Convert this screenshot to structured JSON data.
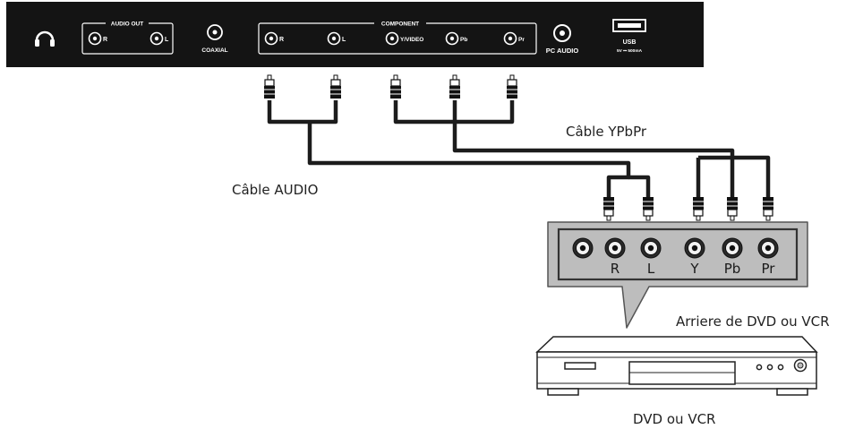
{
  "tv_panel": {
    "audio_out_group": "AUDIO OUT",
    "audio_out_r": "R",
    "audio_out_l": "L",
    "coaxial": "COAXIAL",
    "component_group": "COMPONENT",
    "comp_r": "R",
    "comp_l": "L",
    "comp_yvideo": "Y/VIDEO",
    "comp_pb": "Pb",
    "comp_pr": "Pr",
    "pc_audio": "PC AUDIO",
    "usb": "USB",
    "usb_sub": "5V ⎓ 500mA"
  },
  "cables": {
    "audio_cable": "Câble AUDIO",
    "ypbpr_cable": "Câble YPbPr"
  },
  "device_panel": {
    "jacks": [
      "R",
      "L",
      "Y",
      "Pb",
      "Pr"
    ],
    "caption": "Arriere de DVD ou VCR"
  },
  "device": {
    "caption": "DVD ou VCR"
  },
  "colors": {
    "panel_bg": "#141414",
    "cable": "#1c1c1c",
    "device_panel_bg": "#bdbdbd"
  }
}
